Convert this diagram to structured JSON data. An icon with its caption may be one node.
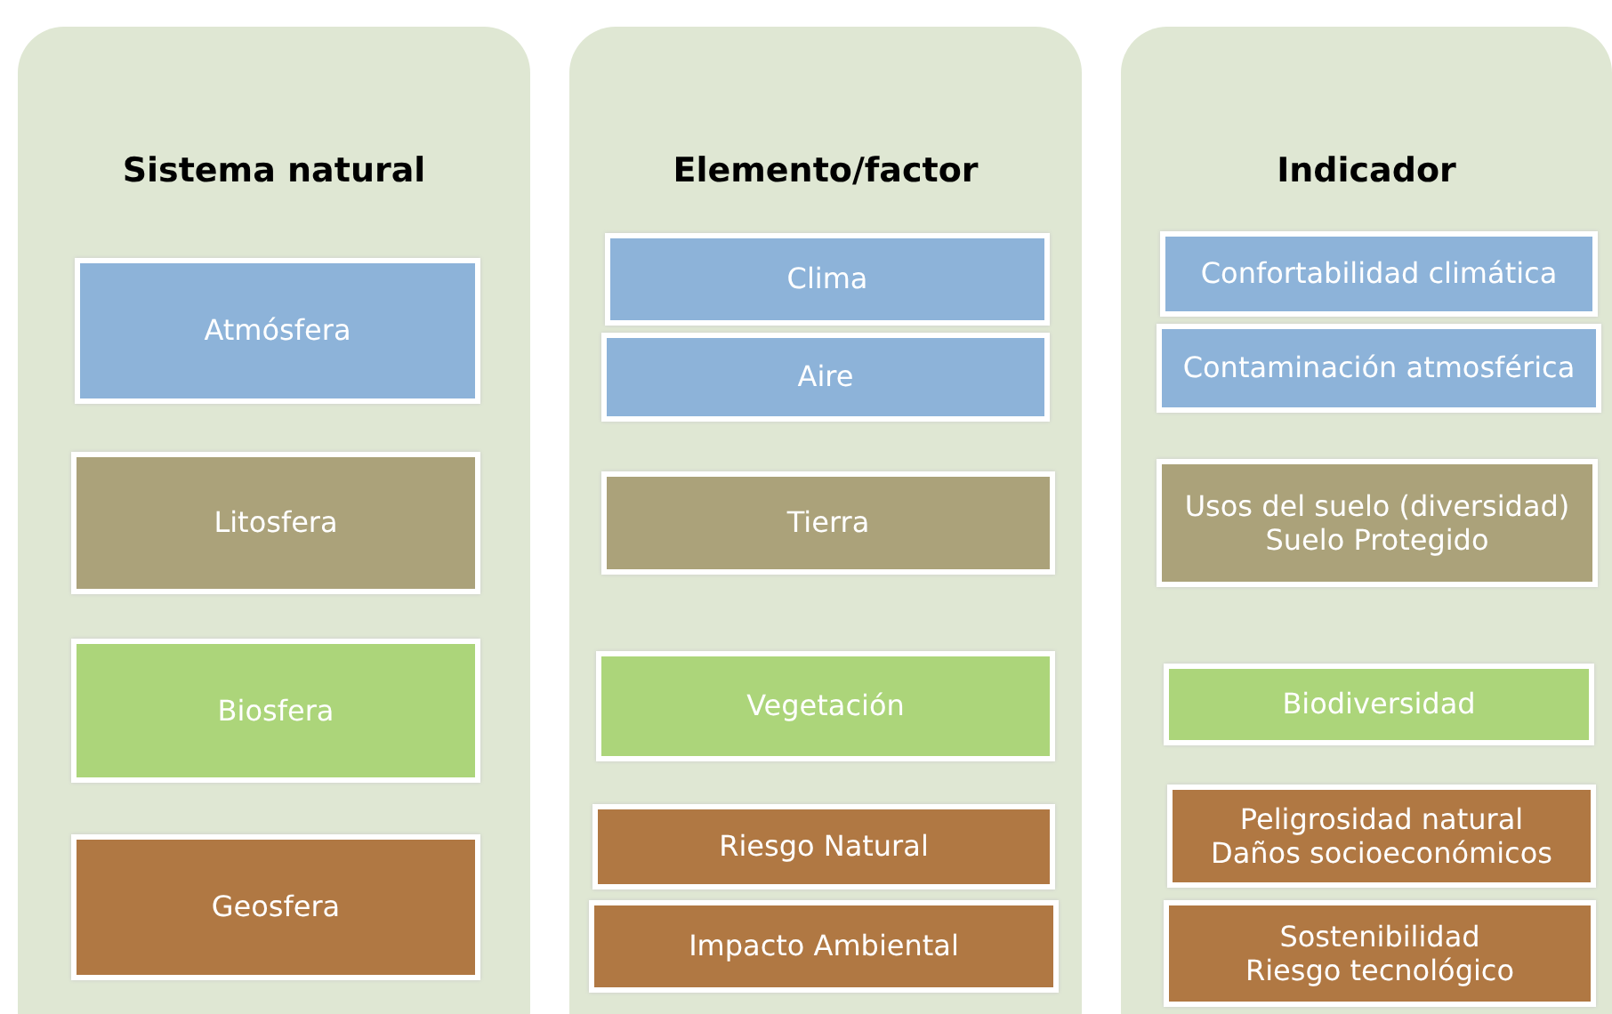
{
  "diagram": {
    "nodes": [
      {
        "text": [
          "Sistema natural"
        ]
      },
      {
        "text": [
          "Atmósfera"
        ],
        "in": 0
      },
      {
        "text": [
          "Litosfera"
        ],
        "in": 0
      },
      {
        "text": [
          "Biosfera"
        ],
        "in": 0
      },
      {
        "text": [
          "Geosfera"
        ],
        "in": 0
      },
      {
        "text": [
          "Elemento/factor"
        ]
      },
      {
        "text": [
          "Clima"
        ],
        "in": 5
      },
      {
        "text": [
          "Aire"
        ],
        "in": 5
      },
      {
        "text": [
          "Tierra"
        ],
        "in": 5
      },
      {
        "text": [
          "Vegetación"
        ],
        "in": 5
      },
      {
        "text": [
          "Riesgo Natural"
        ],
        "in": 5
      },
      {
        "text": [
          "Impacto Ambiental"
        ],
        "in": 5
      },
      {
        "text": [
          "Indicador"
        ]
      },
      {
        "text": [
          "Confortabilidad climática"
        ],
        "in": 12
      },
      {
        "text": [
          "Contaminación atmosférica"
        ],
        "in": 12
      },
      {
        "text": [
          "Usos del suelo (diversidad)",
          "Suelo Protegido"
        ],
        "in": 12
      },
      {
        "text": [
          "Biodiversidad"
        ],
        "in": 12
      },
      {
        "text": [
          "Peligrosidad natural",
          "Daños socioeconómicos"
        ],
        "in": 12
      },
      {
        "text": [
          "Sostenibilidad",
          "Riesgo tecnológico"
        ],
        "in": 12
      }
    ],
    "edges": []
  }
}
